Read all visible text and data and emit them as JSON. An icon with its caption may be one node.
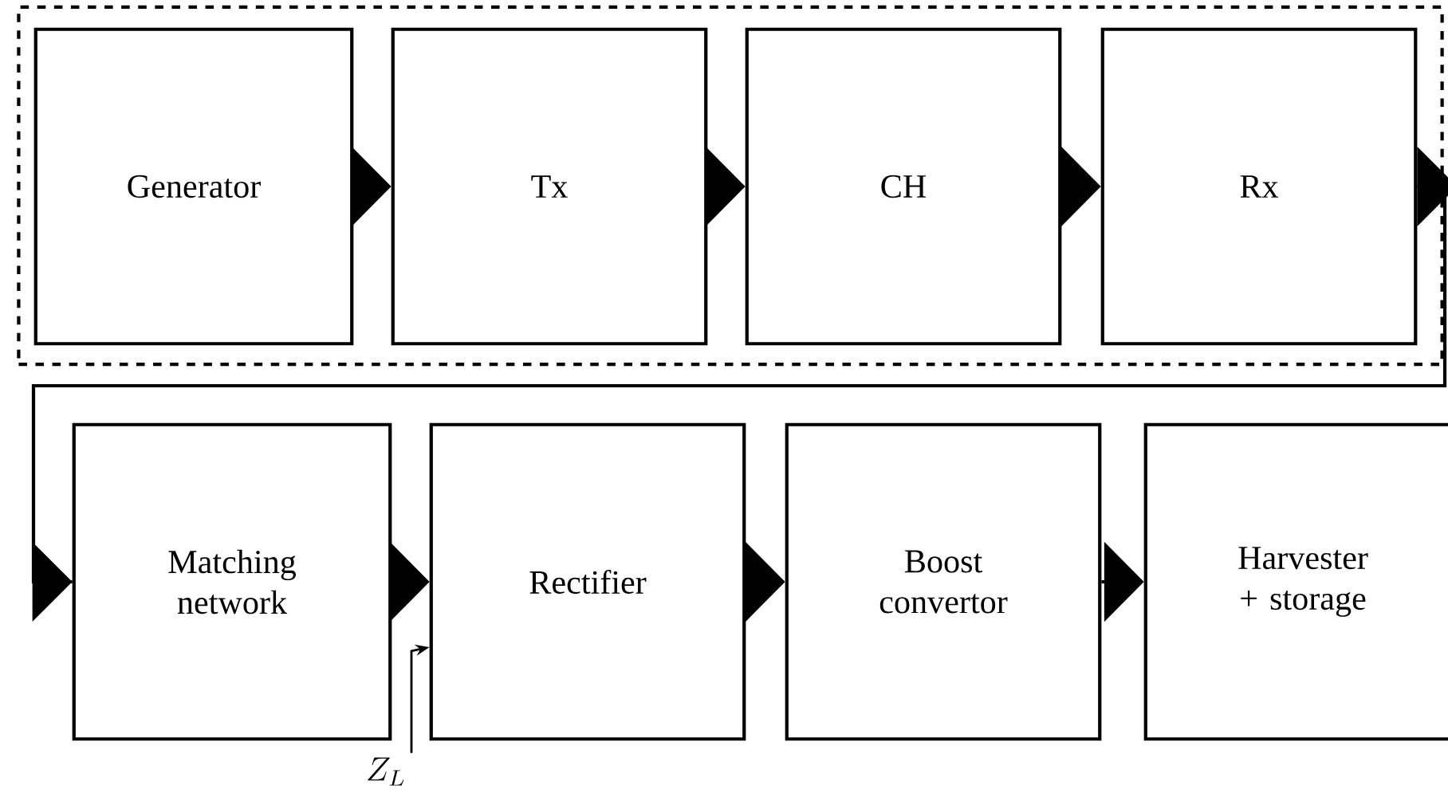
{
  "diagram": {
    "nodes": [
      {
        "text": [],
        "shape": "box"
      },
      {
        "text": [
          "Generator"
        ],
        "in": 0
      },
      {
        "text": [
          "Tx"
        ],
        "in": 0
      },
      {
        "text": [
          "CH"
        ],
        "in": 0
      },
      {
        "text": [
          "Rx"
        ],
        "in": 0
      },
      {
        "text": [
          "Matching network"
        ]
      },
      {
        "text": [
          "Rectifier"
        ]
      },
      {
        "text": [
          "Boost convertor"
        ]
      },
      {
        "text": [
          "Harvester + storage"
        ]
      },
      {
        "text": [
          "Z_L"
        ]
      }
    ],
    "edges": [
      {
        "from": 1,
        "to": 2,
        "arrow": "to"
      },
      {
        "from": 2,
        "to": 3,
        "arrow": "to"
      },
      {
        "from": 3,
        "to": 4,
        "arrow": "to"
      },
      {
        "from": 4,
        "to": 5,
        "arrow": "to"
      },
      {
        "from": 5,
        "to": 6,
        "arrow": "to"
      },
      {
        "from": 6,
        "to": 7,
        "arrow": "to"
      },
      {
        "from": 7,
        "to": 8,
        "arrow": "to"
      },
      {
        "from": 9,
        "to": 6,
        "arrow": "to"
      }
    ]
  }
}
